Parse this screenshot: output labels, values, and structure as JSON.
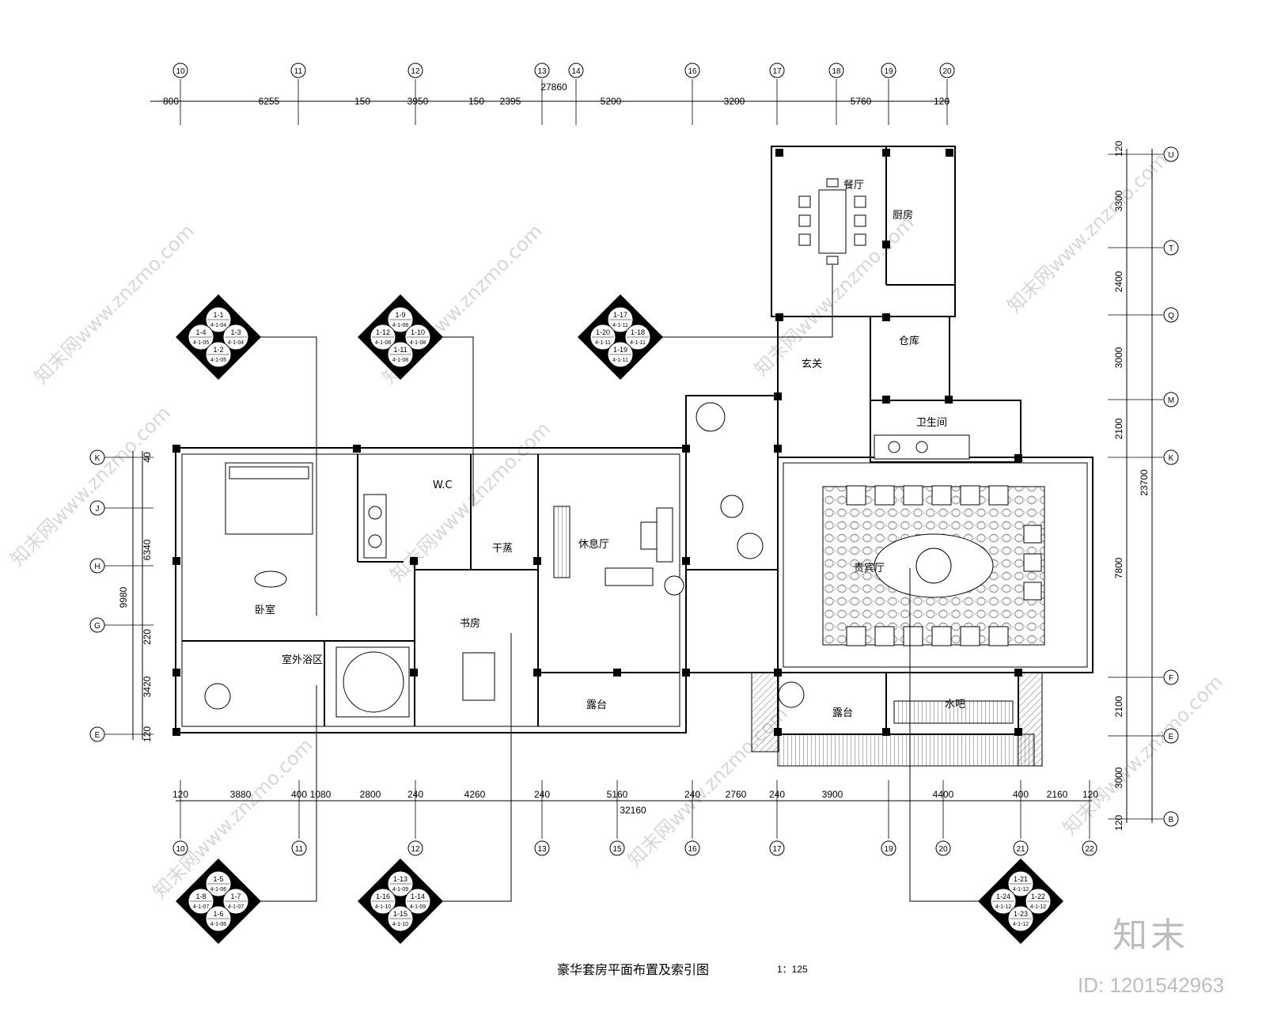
{
  "top_axes": [
    "10",
    "11",
    "12",
    "13",
    "14",
    "16",
    "17",
    "18",
    "19",
    "20"
  ],
  "top_dims": [
    "800",
    "6255",
    "150",
    "3950",
    "150",
    "2395",
    "5200",
    "3200",
    "5760",
    "120"
  ],
  "top_total": "27860",
  "bottom_axes": [
    "10",
    "11",
    "12",
    "13",
    "15",
    "16",
    "17",
    "19",
    "20",
    "21",
    "22"
  ],
  "bottom_dims": [
    "120",
    "3880",
    "400",
    "1080",
    "2800",
    "240",
    "4260",
    "240",
    "5160",
    "240",
    "2760",
    "240",
    "3900",
    "4400",
    "400",
    "2160",
    "120"
  ],
  "bottom_total": "32160",
  "left_axes": [
    "K",
    "J",
    "H",
    "G",
    "E"
  ],
  "left_dims": [
    "40",
    "6340",
    "220",
    "3420",
    "120"
  ],
  "left_total": "9980",
  "right_axes": [
    "U",
    "T",
    "Q",
    "M",
    "K",
    "F",
    "E",
    "B"
  ],
  "right_dims": [
    "120",
    "3300",
    "2400",
    "3000",
    "2100",
    "7800",
    "2100",
    "3000",
    "120"
  ],
  "right_total": "23700",
  "rooms": {
    "dining": "餐厅",
    "kitchen": "厨房",
    "storage": "仓库",
    "foyer": "玄关",
    "toilet": "卫生间",
    "wc": "W.C",
    "sauna": "干蒸",
    "lounge": "休息厅",
    "vip_hall": "贵宾厅",
    "bedroom": "卧室",
    "outdoor_bath": "室外浴区",
    "study": "书房",
    "terrace_a": "露台",
    "terrace_b": "露台",
    "water_bar": "水吧"
  },
  "index_symbols": [
    {
      "cells": [
        "1-1",
        "1-4",
        "1-3",
        "1-2"
      ],
      "subs": [
        "4-1-04",
        "4-1-05",
        "4-1-04",
        "4-1-05"
      ]
    },
    {
      "cells": [
        "1-9",
        "1-12",
        "1-10",
        "1-11"
      ],
      "subs": [
        "4-1-08",
        "4-1-08",
        "4-1-08",
        "4-1-08"
      ]
    },
    {
      "cells": [
        "1-17",
        "1-20",
        "1-18",
        "1-19"
      ],
      "subs": [
        "4-1-11",
        "4-1-11",
        "4-1-11",
        "4-1-11"
      ]
    },
    {
      "cells": [
        "1-5",
        "1-8",
        "1-7",
        "1-6"
      ],
      "subs": [
        "4-1-06",
        "4-1-07",
        "4-1-07",
        "4-1-06"
      ]
    },
    {
      "cells": [
        "1-13",
        "1-16",
        "1-14",
        "1-15"
      ],
      "subs": [
        "4-1-09",
        "4-1-10",
        "4-1-09",
        "4-1-10"
      ]
    },
    {
      "cells": [
        "1-21",
        "1-24",
        "1-22",
        "1-23"
      ],
      "subs": [
        "4-1-12",
        "4-1-12",
        "4-1-12",
        "4-1-12"
      ]
    }
  ],
  "title": "豪华套房平面布置及索引图",
  "scale": "1：125",
  "brand": "知末",
  "image_id": "ID: 1201542963",
  "watermark": "知末网www.znzmo.com"
}
